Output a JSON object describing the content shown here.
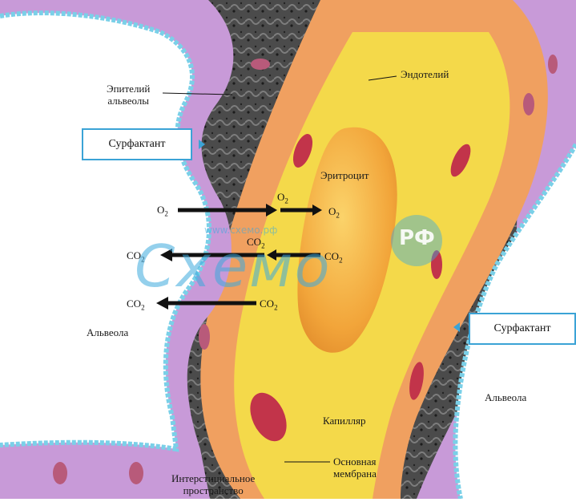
{
  "labels": {
    "alveolar_epithelium": [
      "Эпителий",
      "альвеолы"
    ],
    "endothelium": "Эндотелий",
    "erythrocyte": "Эритроцит",
    "alveolus_left": "Альвеола",
    "alveolus_right": "Альвеола",
    "capillary": "Капилляр",
    "basement_membrane": [
      "Основная",
      "мембрана"
    ],
    "interstitial": [
      "Интерстициальное",
      "пространство"
    ]
  },
  "surfactant_left": "Сурфактант",
  "surfactant_right": "Сурфактант",
  "gases": {
    "o2_a": "O",
    "o2_b": "O",
    "o2_c": "O",
    "co2_a": "CO",
    "co2_b": "CO",
    "co2_c": "CO",
    "co2_d": "CO",
    "co2_e": "CO",
    "sub": "2"
  },
  "watermark": {
    "site": "www.схемо.рф",
    "brand": "Схемо",
    "badge": "РФ"
  },
  "colors": {
    "alveolus": "#ffffff",
    "epithelium": "#c89ad8",
    "interstitium": "#4a4a4a",
    "plasma": "#f4d94a",
    "endothelium": "#f0a060",
    "erythrocyte": "#f2a53a",
    "nucleus": "#c2344a",
    "surfactant_line": "#7ad0e8",
    "accent": "#3ba3d6"
  }
}
